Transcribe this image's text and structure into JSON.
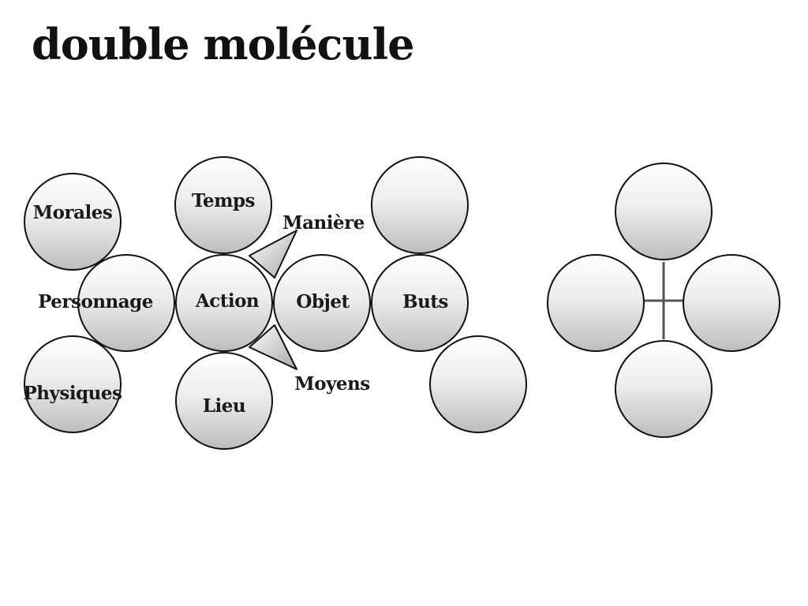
{
  "slide": {
    "title": "double molécule"
  },
  "molecule": {
    "nodes": {
      "morales": "Morales",
      "personnage": "Personnage",
      "physiques": "Physiques",
      "temps": "Temps",
      "action": "Action",
      "lieu": "Lieu",
      "objet": "Objet",
      "buts": "Buts"
    },
    "pointers": {
      "maniere": "Manière",
      "moyens": "Moyens"
    }
  }
}
